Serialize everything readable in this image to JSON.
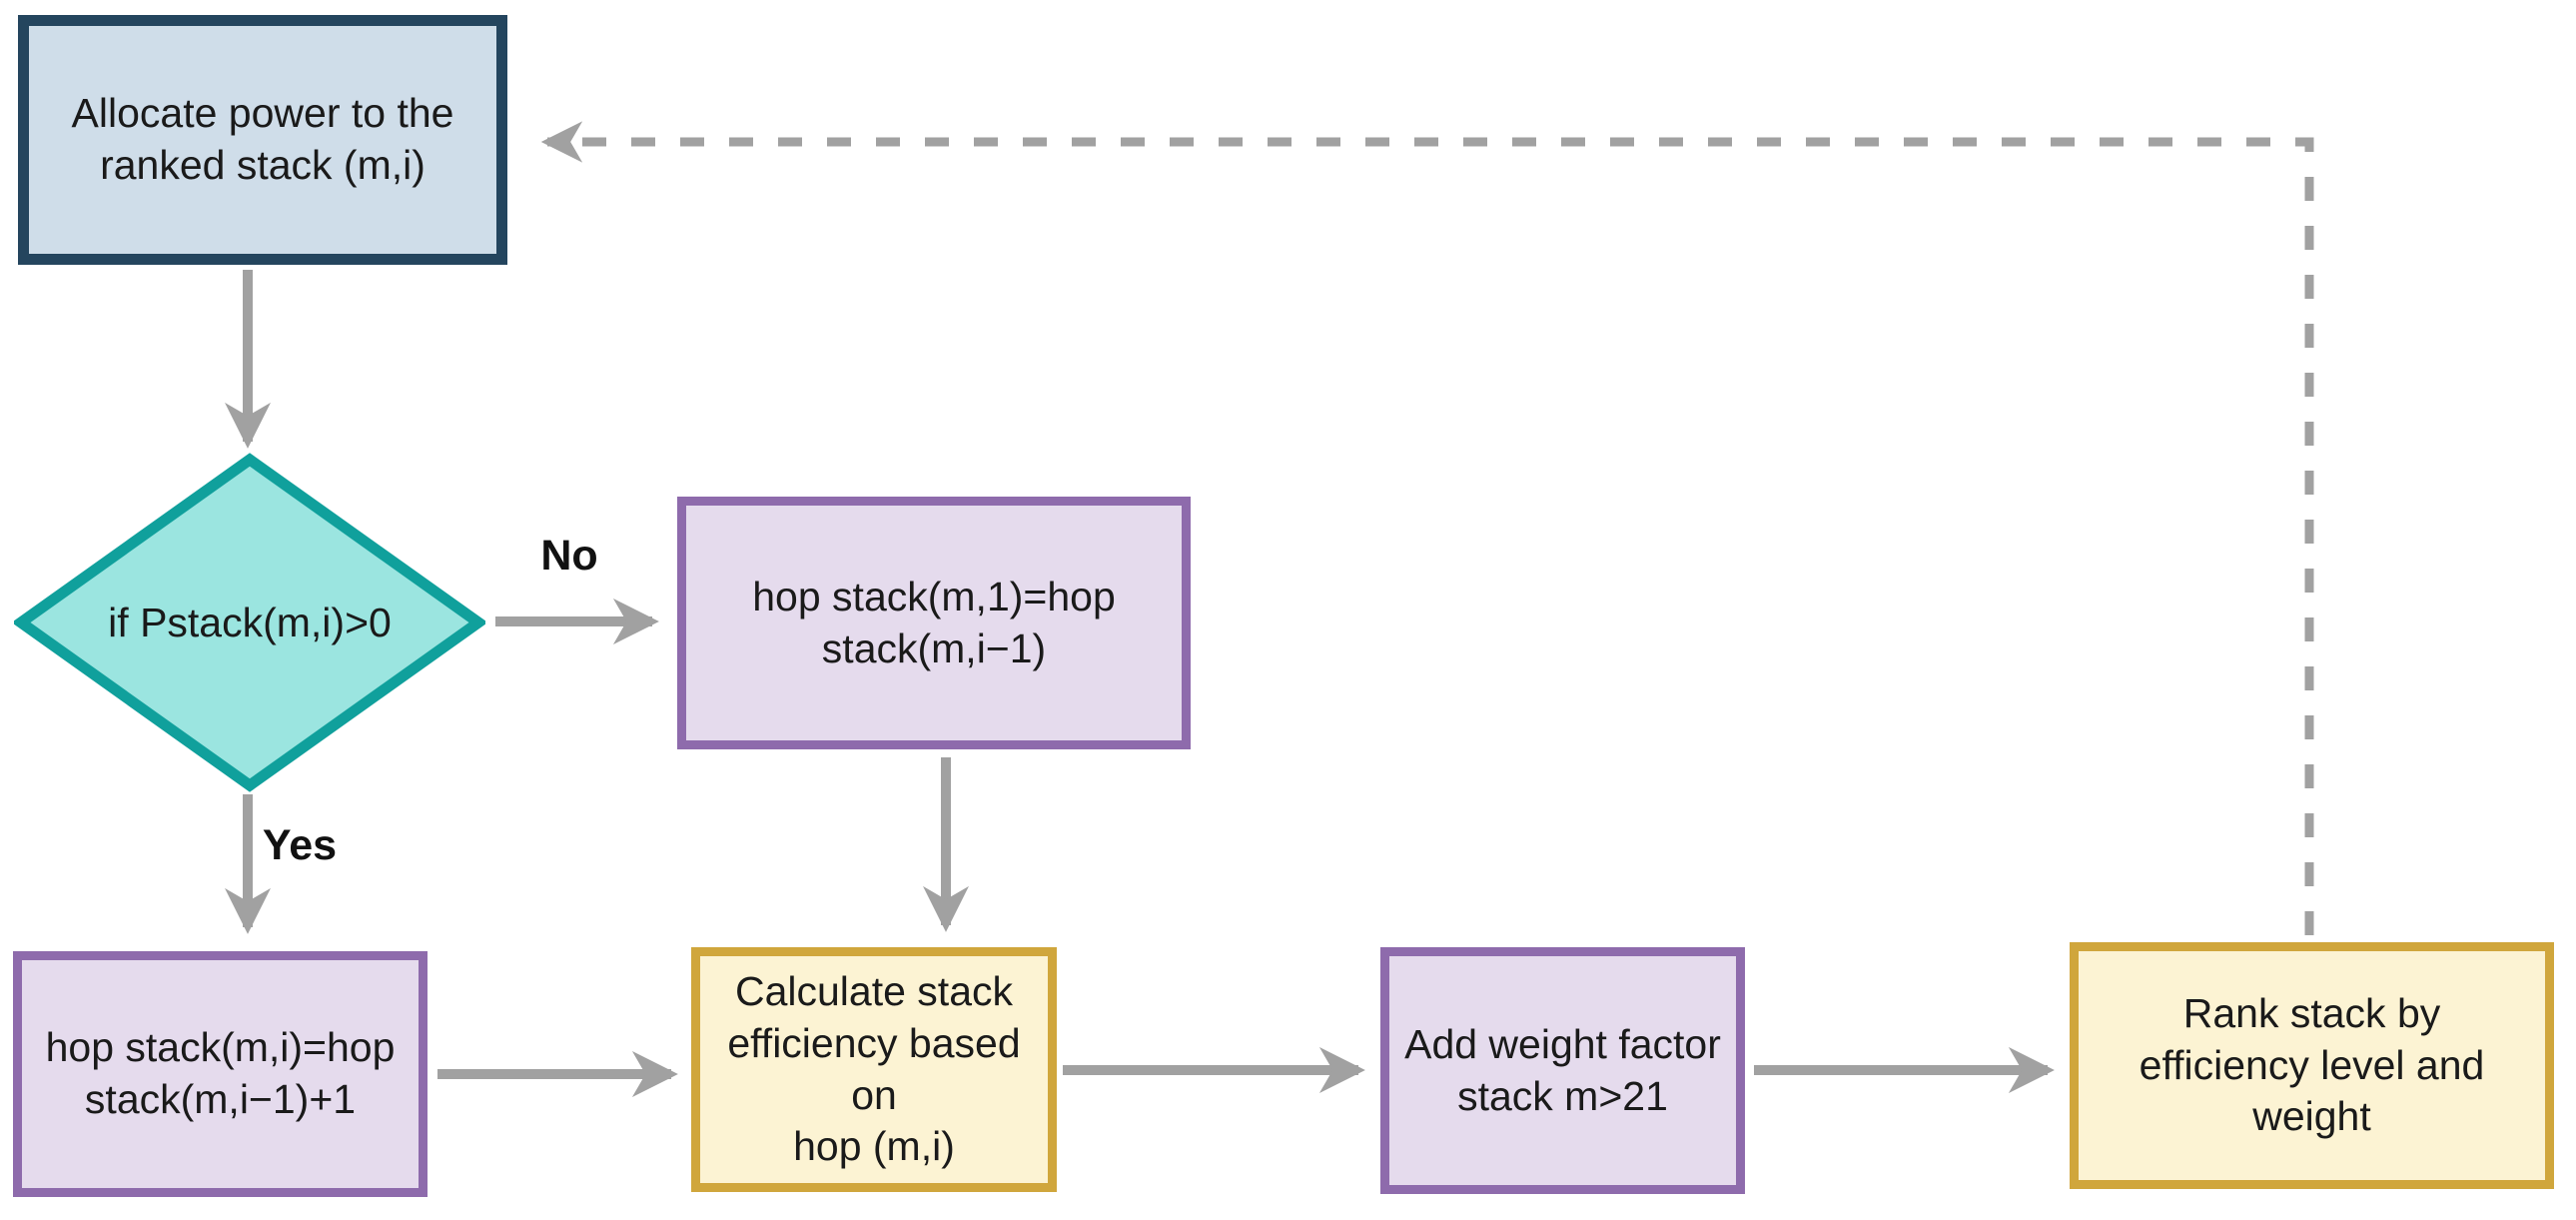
{
  "figure": {
    "type": "flowchart",
    "background": "#ffffff",
    "arrow_color": "#a1a1a1",
    "text_color": "#1a1a1a",
    "nodes": {
      "allocate": {
        "shape": "rect",
        "label": "Allocate power to the\nranked stack (m,i)",
        "fill": "#cfdde9",
        "border": "#24455e"
      },
      "decision": {
        "shape": "diamond",
        "label": "if Pstack(m,i)>0",
        "fill": "#9be5e0",
        "border": "#10a09c"
      },
      "hop_no": {
        "shape": "rect",
        "label": "hop stack(m,1)=hop\nstack(m,i−1)",
        "fill": "#e5dbed",
        "border": "#8e6bac"
      },
      "hop_yes": {
        "shape": "rect",
        "label": "hop stack(m,i)=hop\nstack(m,i−1)+1",
        "fill": "#e5dbed",
        "border": "#8e6bac"
      },
      "calc": {
        "shape": "rect",
        "label": "Calculate stack\nefficiency based on\nhop (m,i)",
        "fill": "#fcf3d3",
        "border": "#d0a63c"
      },
      "weight": {
        "shape": "rect",
        "label": "Add weight factor\nstack m>21",
        "fill": "#e5dbed",
        "border": "#8e6bac"
      },
      "rank": {
        "shape": "rect",
        "label": "Rank stack by\nefficiency level and\nweight",
        "fill": "#fcf3d3",
        "border": "#d0a63c"
      }
    },
    "edge_labels": {
      "yes": "Yes",
      "no": "No"
    }
  }
}
